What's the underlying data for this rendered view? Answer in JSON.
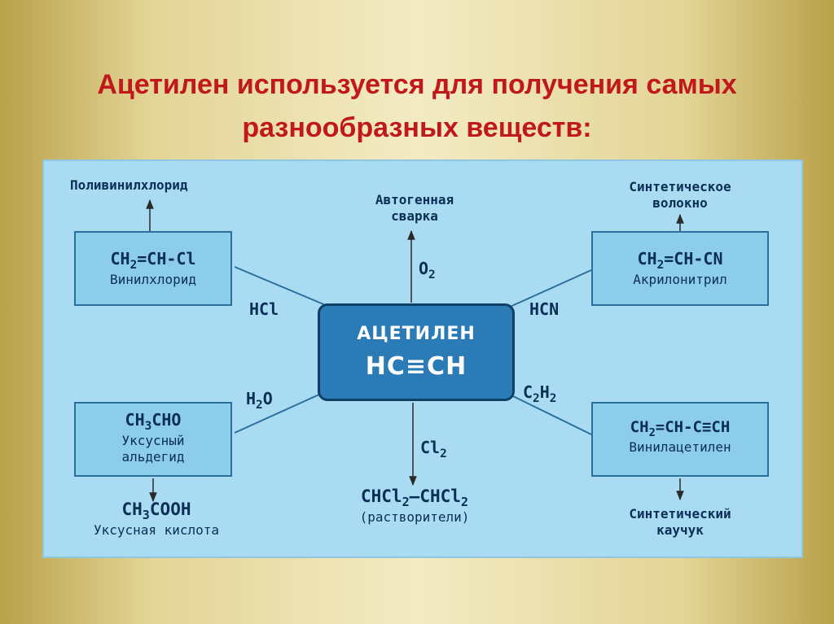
{
  "title": "Ацетилен используется для получения самых разнообразных веществ:",
  "center": {
    "name": "АЦЕТИЛЕН",
    "formula": "HC≡CH"
  },
  "reactions": {
    "vinyl_chloride": {
      "reagent": "HCl",
      "formula_a": "CH",
      "formula_sub": "2",
      "formula_b": "=CH-Cl",
      "name": "Винилхлорид",
      "product": "Поливинилхлорид"
    },
    "oxygen": {
      "reagent_a": "O",
      "reagent_sub": "2",
      "product_line1": "Автогенная",
      "product_line2": "сварка"
    },
    "acrylonitrile": {
      "reagent": "HCN",
      "formula_a": "CH",
      "formula_sub": "2",
      "formula_b": "=CH-CN",
      "name": "Акрилонитрил",
      "product_line1": "Синтетическое",
      "product_line2": "волокно"
    },
    "acetaldehyde": {
      "reagent_a": "H",
      "reagent_sub": "2",
      "reagent_b": "O",
      "formula_a": "CH",
      "formula_sub": "3",
      "formula_b": "CHO",
      "name_line1": "Уксусный",
      "name_line2": "альдегид",
      "product_formula_a": "CH",
      "product_formula_sub": "3",
      "product_formula_b": "COOH",
      "product_name": "Уксусная кислота"
    },
    "chlorine": {
      "reagent_a": "Cl",
      "reagent_sub": "2",
      "product_a": "CHCl",
      "product_sub1": "2",
      "product_b": "–CHCl",
      "product_sub2": "2",
      "product_name": "(растворители)"
    },
    "vinylacetylene": {
      "reagent_a": "C",
      "reagent_sub1": "2",
      "reagent_b": "H",
      "reagent_sub2": "2",
      "formula_a": "CH",
      "formula_sub": "2",
      "formula_b": "=CH-C≡CH",
      "name": "Винилацетилен",
      "product_line1": "Синтетический",
      "product_line2": "каучук"
    }
  }
}
